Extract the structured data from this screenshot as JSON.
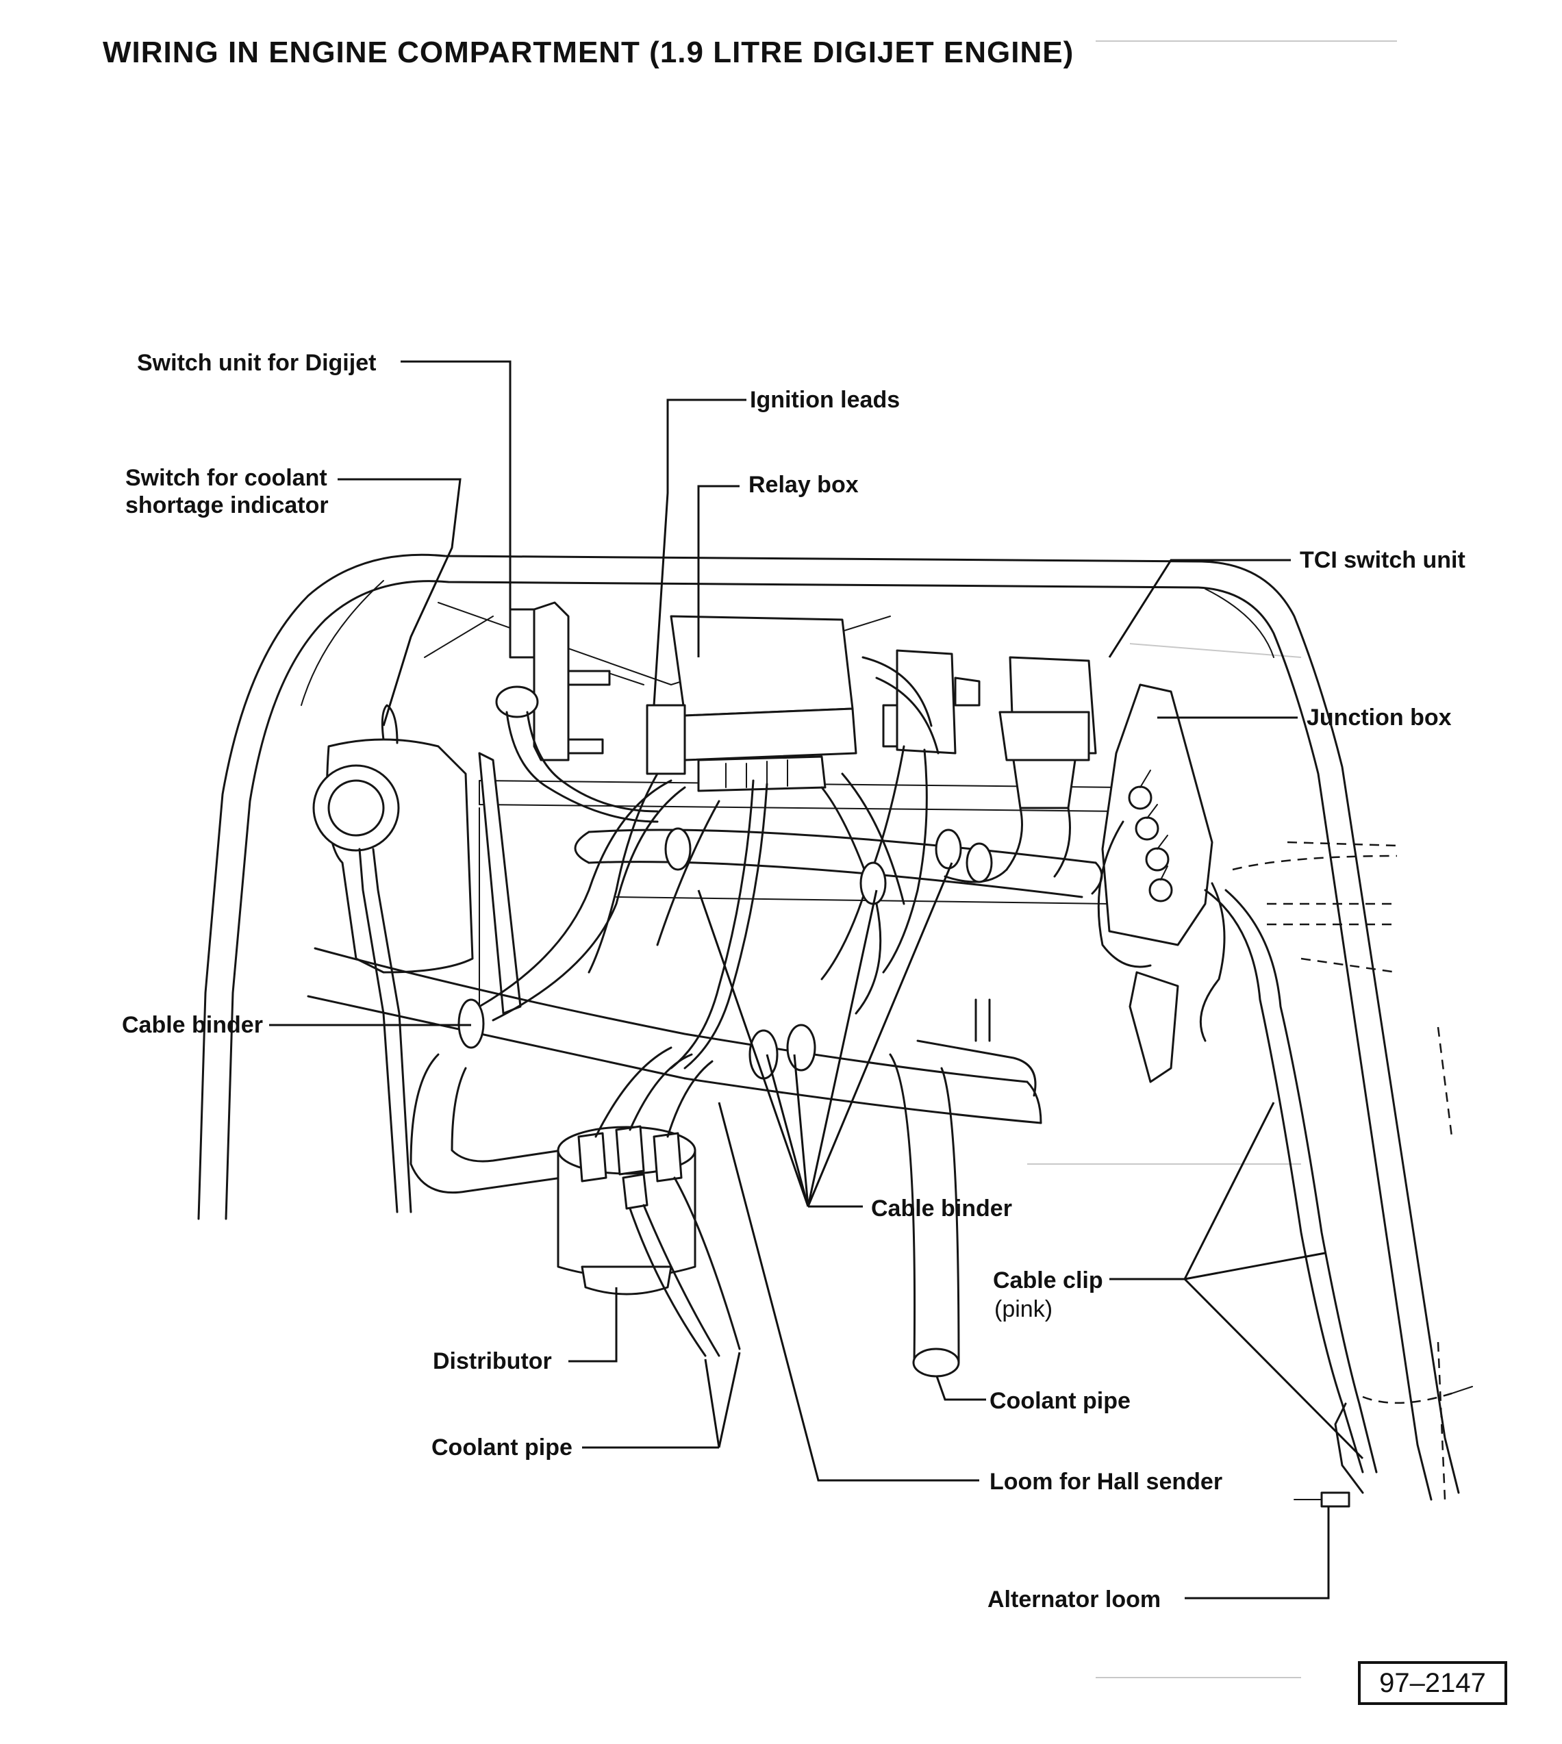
{
  "title": "WIRING IN ENGINE COMPARTMENT (1.9 LITRE DIGIJET ENGINE)",
  "labels": {
    "switch_unit_digijet": "Switch unit for Digijet",
    "ignition_leads": "Ignition leads",
    "switch_coolant_line1": "Switch for coolant",
    "switch_coolant_line2": "shortage indicator",
    "relay_box": "Relay box",
    "tci_switch_unit": "TCI switch unit",
    "junction_box": "Junction box",
    "cable_binder_left": "Cable binder",
    "cable_binder_center": "Cable binder",
    "cable_clip": "Cable clip",
    "cable_clip_note": "(pink)",
    "distributor": "Distributor",
    "coolant_pipe_right": "Coolant pipe",
    "coolant_pipe_left": "Coolant pipe",
    "loom_hall_sender": "Loom for Hall sender",
    "alternator_loom": "Alternator loom"
  },
  "figure_number": "97–2147"
}
